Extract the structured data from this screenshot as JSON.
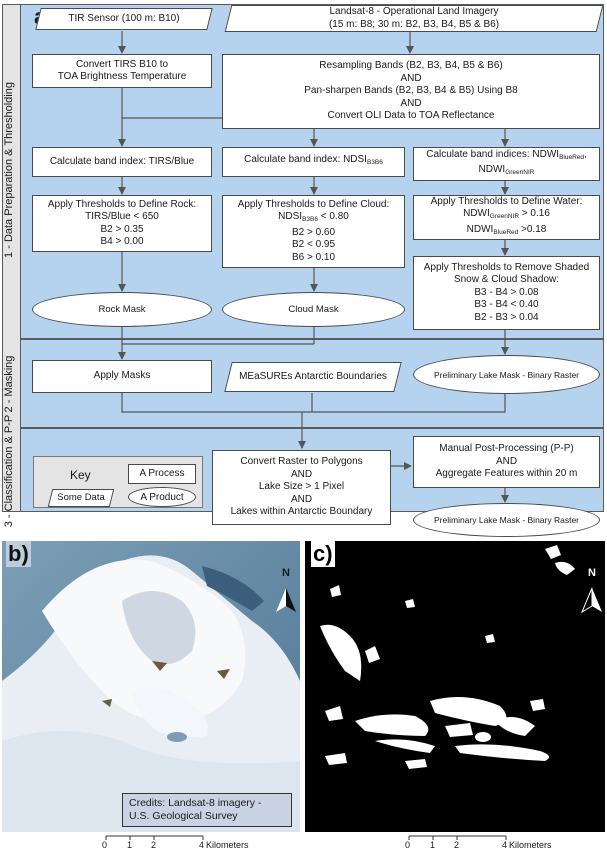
{
  "panel_a": {
    "label": "a)"
  },
  "panel_b": {
    "label": "b)",
    "credits_line1": "Credits: Landsat-8 imagery -",
    "credits_line2": "U.S. Geological Survey"
  },
  "panel_c": {
    "label": "c)"
  },
  "sections": {
    "s1": "1 - Data Preparation & Thresholding",
    "s2": "2 - Masking",
    "s3": "3 - Classification & P-P"
  },
  "inputs": {
    "tir": "TIR Sensor (100 m: B10)",
    "landsat_l1": "Landsat-8 - Operational Land Imagery",
    "landsat_l2": "(15 m: B8; 30 m: B2, B3, B4, B5 & B6)"
  },
  "steps": {
    "convert_tirs_l1": "Convert TIRS B10 to",
    "convert_tirs_l2": "TOA Brightness Temperature",
    "resample_l1": "Resampling Bands (B2, B3, B4, B5 & B6)",
    "resample_l2": "AND",
    "resample_l3": "Pan-sharpen Bands (B2, B3, B4 & B5) Using B8",
    "resample_l4": "AND",
    "resample_l5": "Convert OLI Data to TOA Reflectance",
    "idx_tirs": "Calculate band index: TIRS/Blue",
    "idx_ndsi_pre": "Calculate band index: NDSI",
    "idx_ndsi_sub": "B3B6",
    "idx_ndwi_pre": "Calculate band indices: NDWI",
    "idx_ndwi_sub1": "BlueRed",
    "idx_ndwi_mid": ",",
    "idx_ndwi_l2": "NDWI",
    "idx_ndwi_sub2": "GreenNIR",
    "rock_title": "Apply Thresholds to Define Rock:",
    "rock_t1": "TIRS/Blue < 650",
    "rock_t2": "B2 > 0.35",
    "rock_t3": "B4 > 0.00",
    "cloud_title": "Apply Thresholds to Define Cloud:",
    "cloud_t1_pre": "NDSI",
    "cloud_t1_sub": "B3B6",
    "cloud_t1_post": " < 0.80",
    "cloud_t2": "B2 > 0.60",
    "cloud_t3": "B2 < 0.95",
    "cloud_t4": "B6 > 0.10",
    "water_title": "Apply Thresholds to Define Water:",
    "water_t1_pre": "NDWI",
    "water_t1_sub": "GreenNIR",
    "water_t1_post": " > 0.16",
    "water_t2_pre": "NDWI",
    "water_t2_sub": "BlueRed",
    "water_t2_post": " >0.18",
    "shade_l1": "Apply Thresholds to Remove Shaded",
    "shade_l2": "Snow & Cloud Shadow:",
    "shade_t1": "B3 - B4 > 0.08",
    "shade_t2": "B3 - B4 < 0.40",
    "shade_t3": "B2 - B3 > 0.04",
    "apply_masks": "Apply Masks",
    "convert_raster_l1": "Convert Raster to Polygons",
    "convert_raster_l2": "AND",
    "convert_raster_l3": "Lake Size > 1 Pixel",
    "convert_raster_l4": "AND",
    "convert_raster_l5": "Lakes within Antarctic Boundary",
    "manual_l1": "Manual Post-Processing (P-P)",
    "manual_l2": "AND",
    "manual_l3": "Aggregate Features within 20 m"
  },
  "data_items": {
    "measures": "MEaSUREs Antarctic Boundaries"
  },
  "products": {
    "rock_mask": "Rock Mask",
    "cloud_mask": "Cloud Mask",
    "prelim_1": "Preliminary Lake Mask - Binary Raster",
    "prelim_2": "Preliminary Lake Mask - Binary Raster"
  },
  "key": {
    "title": "Key",
    "process": "A Process",
    "data": "Some Data",
    "product": "A Product"
  },
  "scalebar": {
    "ticks": [
      "0",
      "1",
      "2",
      "4"
    ],
    "unit": "Kilometers"
  },
  "north": "N",
  "colors": {
    "panel": "#b5d3ee",
    "sidebar": "#e4e4e4",
    "arrow": "#555555"
  }
}
